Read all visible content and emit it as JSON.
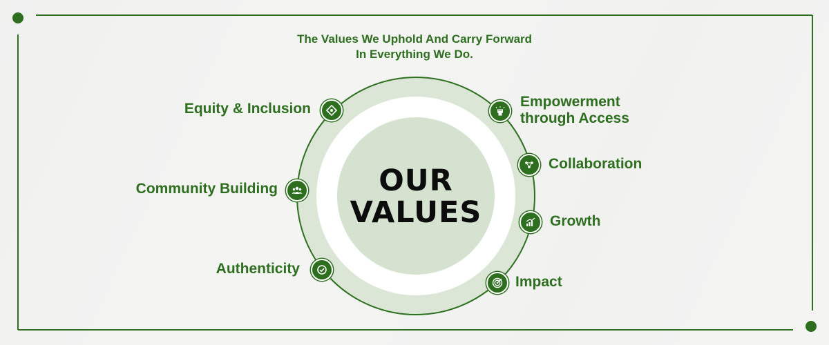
{
  "tagline": {
    "line1": "The Values We Uphold And Carry Forward",
    "line2": "In Everything We Do."
  },
  "center": {
    "line1": "OUR",
    "line2": "VALUES"
  },
  "values": [
    {
      "label": "Equity & Inclusion",
      "icon": "equity-icon"
    },
    {
      "label": "Community Building",
      "icon": "community-icon"
    },
    {
      "label": "Authenticity",
      "icon": "authenticity-icon"
    },
    {
      "label_line1": "Empowerment",
      "label_line2": "through Access",
      "icon": "fist-icon"
    },
    {
      "label": "Collaboration",
      "icon": "collaboration-icon"
    },
    {
      "label": "Growth",
      "icon": "growth-chart-icon"
    },
    {
      "label": "Impact",
      "icon": "target-icon"
    }
  ],
  "colors": {
    "primary_green": "#2d6e1f",
    "light_green": "#d8e4d4",
    "ring_green": "#dde8da",
    "background": "#f4f4f3",
    "title_text": "#0c0c0c"
  }
}
